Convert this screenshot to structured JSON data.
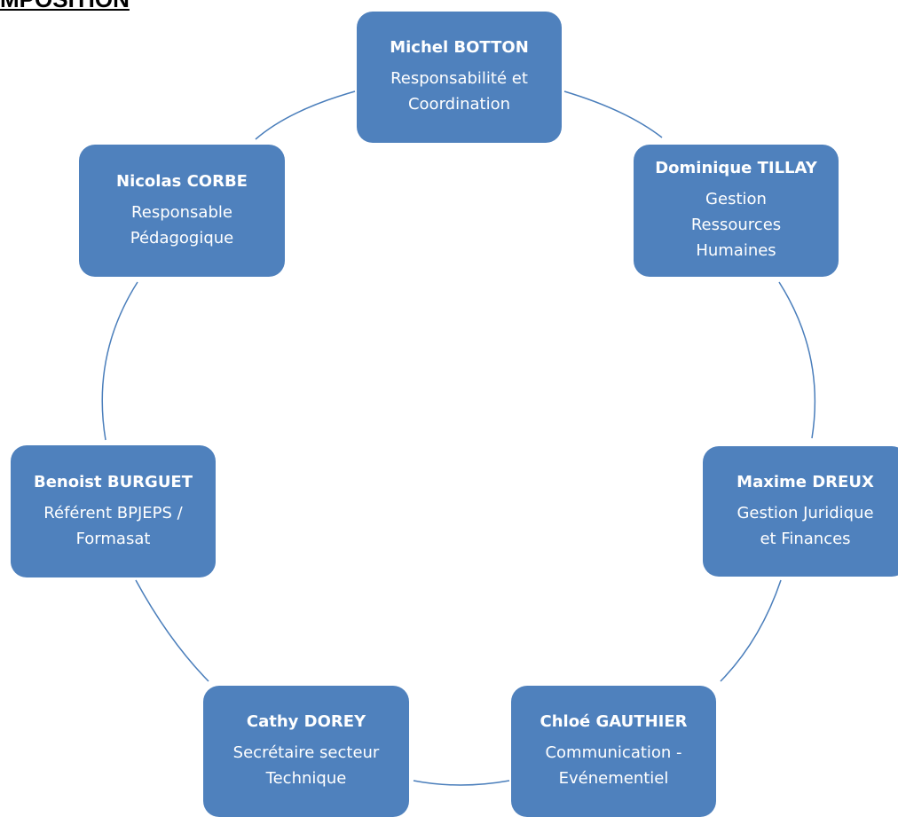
{
  "heading": "MPOSITION",
  "colors": {
    "node_fill": "#4f81bd",
    "node_text": "#ffffff",
    "connector": "#4a7ebb"
  },
  "nodes": [
    {
      "id": "botton",
      "name": "Michel BOTTON",
      "role": [
        "Responsabilité et",
        "Coordination"
      ]
    },
    {
      "id": "tillay",
      "name": "Dominique TILLAY",
      "role": [
        "Gestion",
        "Ressources",
        "Humaines"
      ]
    },
    {
      "id": "dreux",
      "name": "Maxime DREUX",
      "role": [
        "Gestion Juridique",
        "et Finances"
      ]
    },
    {
      "id": "gauthier",
      "name": "Chloé GAUTHIER",
      "role": [
        "Communication -",
        "Evénementiel"
      ]
    },
    {
      "id": "dorey",
      "name": "Cathy DOREY",
      "role": [
        "Secrétaire secteur",
        "Technique"
      ]
    },
    {
      "id": "burguet",
      "name": "Benoist BURGUET",
      "role": [
        "Référent BPJEPS /",
        "Formasat"
      ]
    },
    {
      "id": "corbe",
      "name": "Nicolas CORBE",
      "role": [
        "Responsable",
        "Pédagogique"
      ]
    }
  ]
}
